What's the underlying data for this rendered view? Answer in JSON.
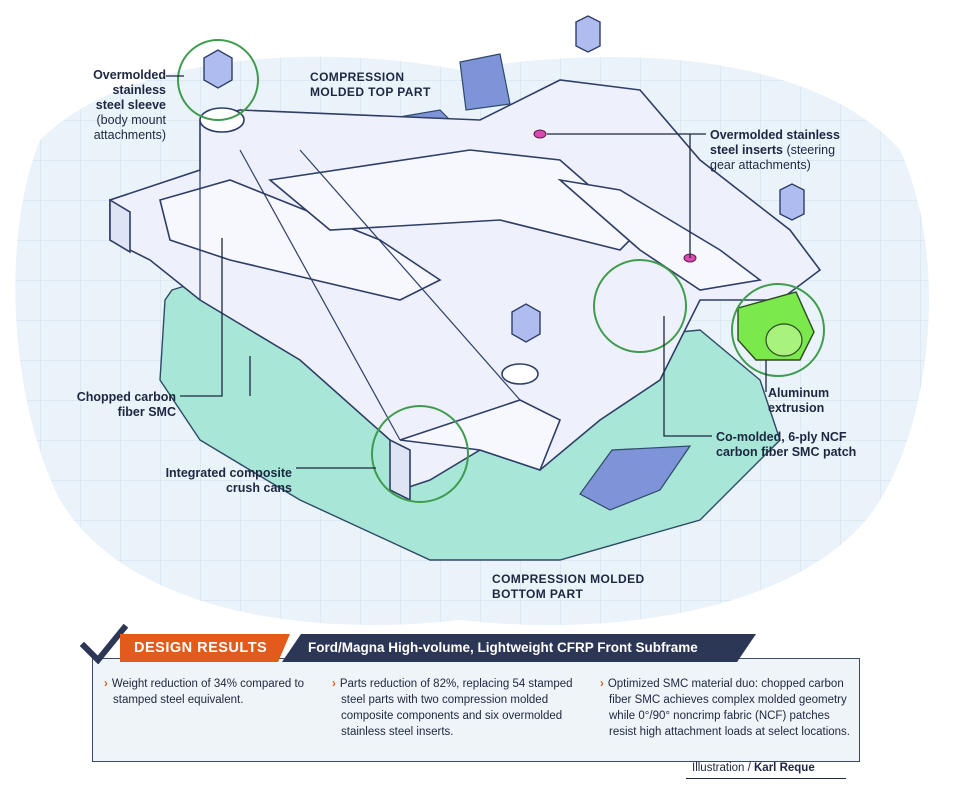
{
  "labels": {
    "sleeve": {
      "bold": [
        "Overmolded",
        "stainless",
        "steel sleeve"
      ],
      "normal": [
        "(body mount",
        "attachments)"
      ]
    },
    "top_part": [
      "COMPRESSION",
      "MOLDED TOP PART"
    ],
    "inserts": {
      "bold": [
        "Overmolded stainless",
        "steel inserts"
      ],
      "normal_inline": "(steering",
      "normal": [
        "gear attachments)"
      ]
    },
    "chopped": [
      "Chopped carbon",
      "fiber SMC"
    ],
    "aluminum": [
      "Aluminum",
      "extrusion"
    ],
    "comolded": [
      "Co-molded, 6-ply NCF",
      "carbon fiber SMC patch"
    ],
    "crush": [
      "Integrated composite",
      "crush cans"
    ],
    "bottom_part": [
      "COMPRESSION MOLDED",
      "BOTTOM PART"
    ]
  },
  "results": {
    "banner_left": "DESIGN RESULTS",
    "banner_right": "Ford/Magna High-volume, Lightweight CFRP Front Subframe",
    "items": [
      [
        "Weight reduction of 34% compared to",
        "stamped steel equivalent."
      ],
      [
        "Parts reduction of 82%, replacing 54 stamped",
        "steel parts with two compression molded",
        "composite components and six overmolded",
        "stainless steel inserts."
      ],
      [
        "Optimized SMC material duo: chopped carbon",
        "fiber SMC achieves complex molded geometry",
        "while 0°/90° noncrimp fabric (NCF) patches",
        "resist high attachment loads at select locations."
      ]
    ],
    "credit_prefix": "Illustration / ",
    "credit_name": "Karl Reque"
  },
  "colors": {
    "accent": "#e25a1c",
    "navy": "#2c3655",
    "teal": "#a8e6d8",
    "blue_part": "#7f93d8",
    "green_circle": "#3f9c4d",
    "aluminum": "#7be84c",
    "frame": "#eef1fb"
  }
}
